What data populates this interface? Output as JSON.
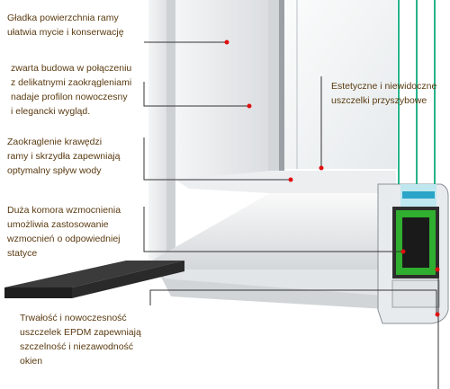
{
  "labels": {
    "smooth_surface": [
      "Gładka powierzchnia ramy",
      "ułatwia mycie i konserwację"
    ],
    "compact_build": [
      "zwarta budowa w połączeniu",
      "z delikatnymi zaokrągleniami",
      "nadaje profilon nowoczesny",
      "i elegancki wygląd."
    ],
    "rounded_edges": [
      "Zaokraglenie krawędzi",
      "ramy i skrzydła zapewniają",
      "optymalny spływ wody"
    ],
    "reinforcement_chamber": [
      "Duża komora wzmocnienia",
      "umożliwia zastosowanie",
      "wzmocnień o odpowiedniej",
      "statyce"
    ],
    "glazing_seals": [
      "Estetyczne i niewidoczne",
      "uszczelki przyszybowe"
    ],
    "epdm_seals": [
      "Trwałość i nowoczesność",
      "uszczelek EPDM zapewniają",
      "szczelność i niezawodność",
      "okien"
    ]
  },
  "colors": {
    "marker": "#e01010",
    "leader_line": "#333333",
    "glass_edge": "#27b38a",
    "reinforcement": "#2fae2f",
    "frame_profile": "#e9ecef",
    "dark_profile": "#2a2a2a"
  }
}
